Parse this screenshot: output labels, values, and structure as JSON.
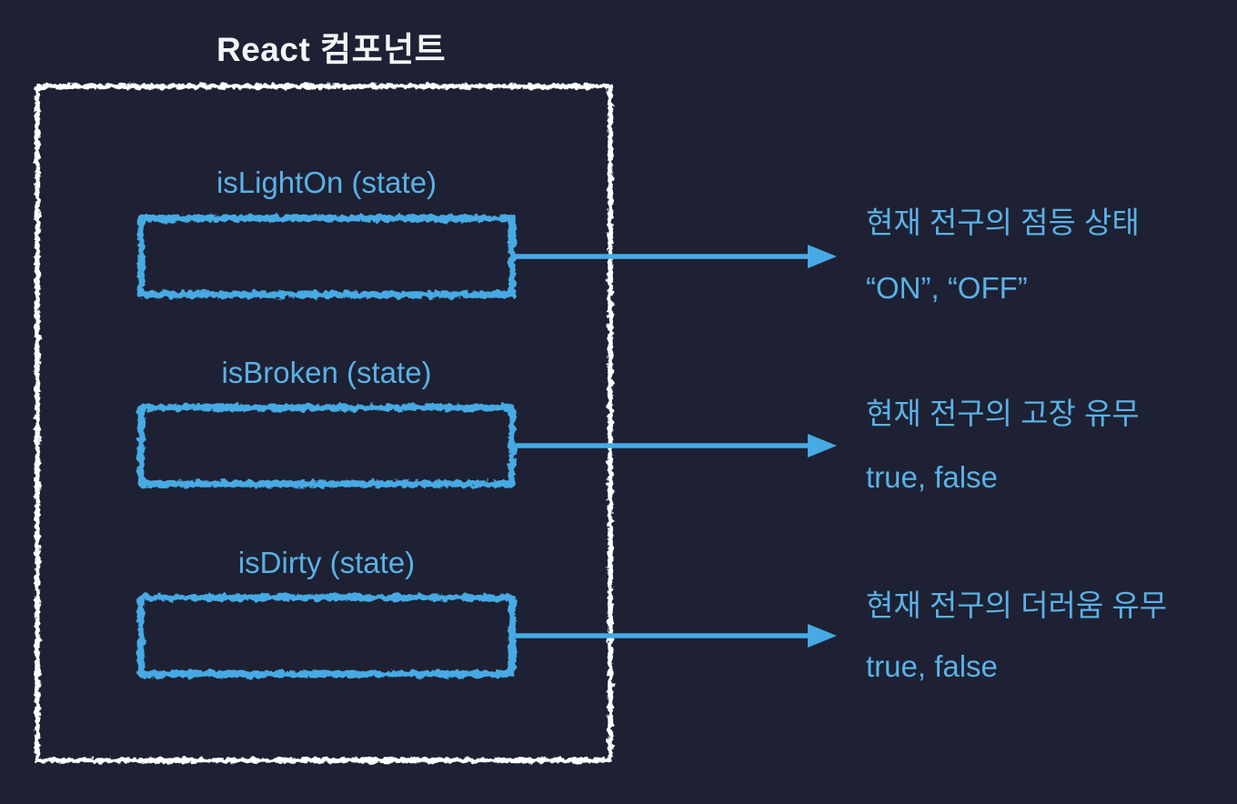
{
  "colors": {
    "background": "#1d2133",
    "outer_box": "#ffffff",
    "accent_blue": "#47aae4",
    "label_blue": "#5bb1e6",
    "title_text": "#f4f5f7"
  },
  "title": "React 컴포넌트",
  "component": {
    "states": [
      {
        "label": "isLightOn (state)",
        "desc1": "현재 전구의 점등 상태",
        "desc2": "“ON”, “OFF”"
      },
      {
        "label": "isBroken (state)",
        "desc1": "현재 전구의 고장 유무",
        "desc2": "true, false"
      },
      {
        "label": "isDirty (state)",
        "desc1": "현재 전구의 더러움 유무",
        "desc2": "true, false"
      }
    ]
  }
}
